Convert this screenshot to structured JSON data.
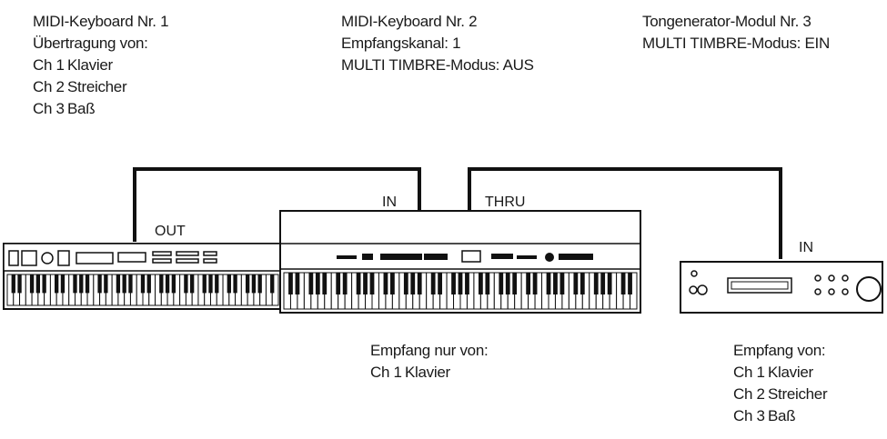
{
  "keyboard1": {
    "title": "MIDI-Keyboard Nr. 1",
    "subtitle": "Übertragung von:",
    "channels": [
      {
        "ch": "Ch 1",
        "name": "Klavier"
      },
      {
        "ch": "Ch 2",
        "name": "Streicher"
      },
      {
        "ch": "Ch 3",
        "name": "Baß"
      }
    ],
    "port_out": "OUT"
  },
  "keyboard2": {
    "title": "MIDI-Keyboard Nr. 2",
    "line2": "Empfangskanal: 1",
    "line3": "MULTI TIMBRE-Modus: AUS",
    "port_in": "IN",
    "port_thru": "THRU",
    "receive_title": "Empfang nur von:",
    "receive": {
      "ch": "Ch 1",
      "name": "Klavier"
    }
  },
  "module3": {
    "title": "Tongenerator-Modul Nr. 3",
    "line2": "MULTI TIMBRE-Modus: EIN",
    "port_in": "IN",
    "receive_title": "Empfang von:",
    "channels": [
      {
        "ch": "Ch 1",
        "name": "Klavier"
      },
      {
        "ch": "Ch 2",
        "name": "Streicher"
      },
      {
        "ch": "Ch 3",
        "name": "Baß"
      }
    ]
  }
}
